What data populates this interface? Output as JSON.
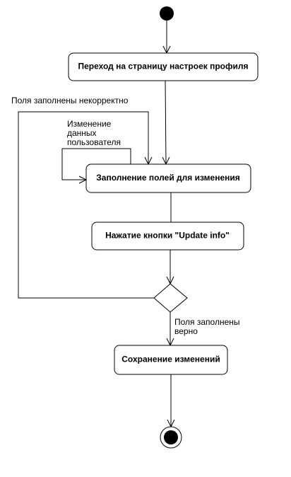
{
  "diagram": {
    "nodes": {
      "goto_profile": "Переход на страницу настроек профиля",
      "fill_fields": "Заполнение полей для изменения",
      "press_button": "Нажатие кнопки \"Update info\"",
      "save_changes": "Сохранение изменений"
    },
    "labels": {
      "incorrect": "Поля заполнены некорректно",
      "change_data_1": "Изменение",
      "change_data_2": "данных",
      "change_data_3": "пользователя",
      "correct_1": "Поля заполнены",
      "correct_2": "верно"
    }
  }
}
